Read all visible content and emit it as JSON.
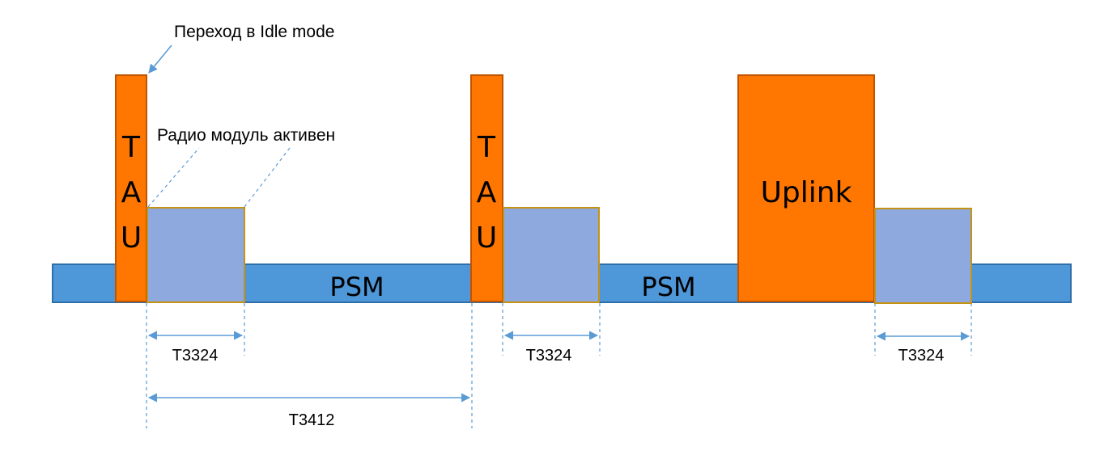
{
  "annotations": {
    "idle_transition": "Переход в Idle mode",
    "radio_active": "Радио модуль активен"
  },
  "tau_blocks": [
    {
      "letters": [
        "T",
        "A",
        "U"
      ]
    },
    {
      "letters": [
        "T",
        "A",
        "U"
      ]
    }
  ],
  "uplink_label": "Uplink",
  "psm_labels": [
    "PSM",
    "PSM"
  ],
  "timers": {
    "t3324_labels": [
      "T3324",
      "T3324",
      "T3324"
    ],
    "t3412_label": "T3412"
  },
  "colors": {
    "psm_bar": "#4e97d8",
    "psm_bar_border": "#2f6fa8",
    "tau_uplink": "#ff7700",
    "tau_uplink_border": "#c25400",
    "active_block": "#8ea9de",
    "active_block_border": "#c69214",
    "arrow": "#5b9bd5",
    "dashed": "#5b9bd5"
  }
}
